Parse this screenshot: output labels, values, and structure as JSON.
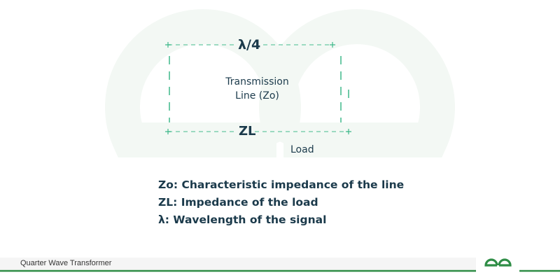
{
  "diagram": {
    "top_label": "λ/4",
    "line_label_1": "Transmission",
    "line_label_2": "Line (Zo)",
    "bottom_label": "ZL",
    "load_label": "Load",
    "legend": [
      "Zo: Characteristic impedance of the line",
      "ZL: Impedance of the load",
      "λ: Wavelength of the signal"
    ]
  },
  "footer": {
    "title": "Quarter Wave Transformer",
    "logo": "GfG"
  },
  "colors": {
    "accent": "#2f8d46",
    "dash": "#7fcfb0",
    "text": "#1b3a4b"
  }
}
